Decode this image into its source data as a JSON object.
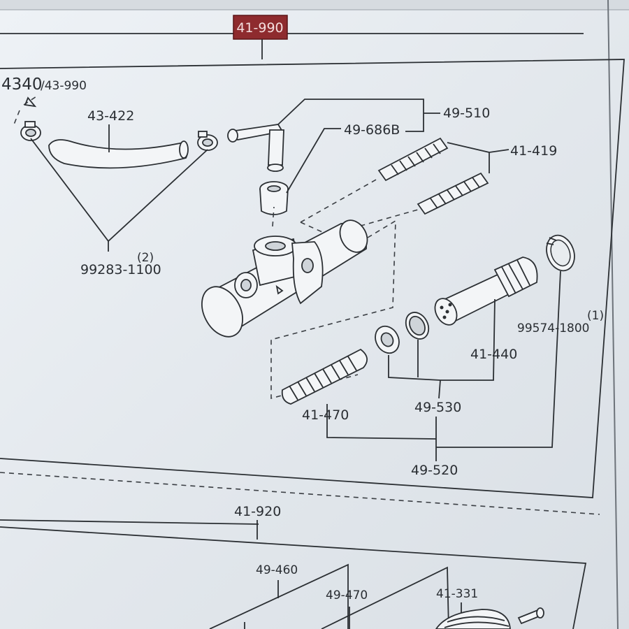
{
  "header": {
    "group_badge": "41-990",
    "group_badge_color": "#8e2b2e",
    "top_strip_text": ""
  },
  "callouts": {
    "ref_43340": "4340",
    "ref_43340_suffix": "/43-990",
    "hose": "43-422",
    "clamp": "99283-1100",
    "clamp_qty": "(2)",
    "pipe_assy": "49-510",
    "grommet": "49-686B",
    "stud": "41-419",
    "snap_ring": "99574-1800",
    "snap_ring_qty": "(1)",
    "piston": "41-440",
    "cup_set": "49-530",
    "spring": "41-470",
    "repair_kit": "49-520"
  },
  "lower_section": {
    "group": "41-920",
    "part_a": "49-460",
    "part_b": "49-470",
    "part_c": "41-331"
  },
  "icons": [
    "clamp-icon",
    "hose-icon",
    "pipe-icon",
    "grommet-icon",
    "stud-icon",
    "master-cylinder-icon",
    "spring-icon",
    "seal-icon",
    "piston-icon",
    "snap-ring-icon",
    "boot-icon",
    "pin-icon"
  ]
}
